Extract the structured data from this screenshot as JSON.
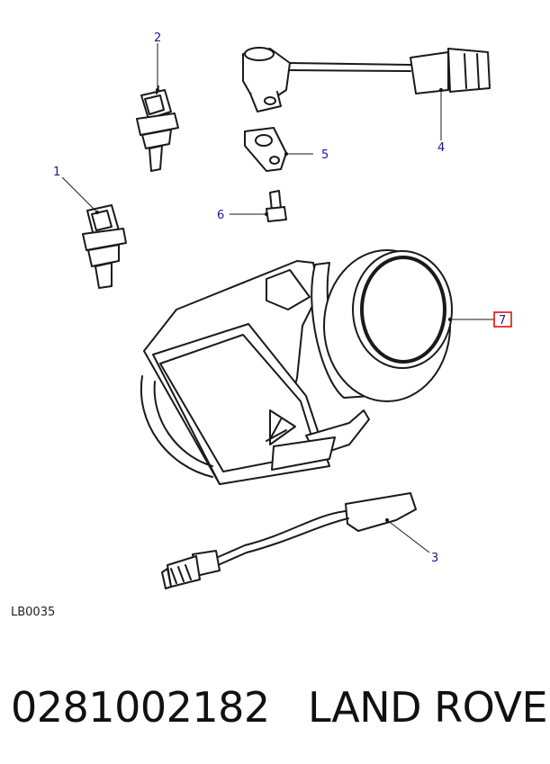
{
  "diagram": {
    "drawing_ref": "LB0035",
    "callouts": [
      {
        "num": "1",
        "part": "sensor-1"
      },
      {
        "num": "2",
        "part": "sensor-2"
      },
      {
        "num": "3",
        "part": "harness-sensor"
      },
      {
        "num": "4",
        "part": "cable-connector"
      },
      {
        "num": "5",
        "part": "gasket"
      },
      {
        "num": "6",
        "part": "bolt"
      },
      {
        "num": "7",
        "part": "air-flow-meter",
        "highlighted": true,
        "highlight_color": "#e00000"
      }
    ],
    "line_color": "#1a1a1a",
    "callout_color": "#1a1a8c"
  },
  "caption": {
    "part_number": "0281002182",
    "brand": "LAND ROVER"
  }
}
